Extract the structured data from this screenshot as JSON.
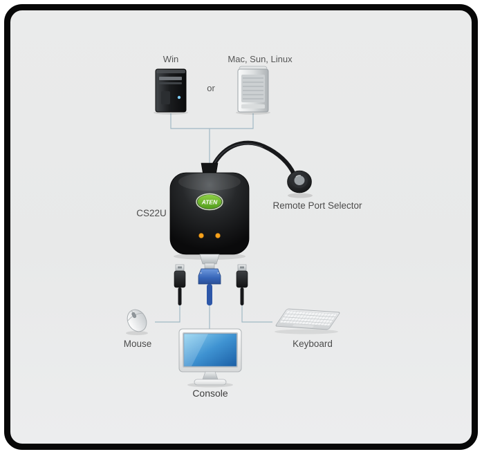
{
  "labels": {
    "win": "Win",
    "or": "or",
    "mac_sun_linux": "Mac, Sun, Linux",
    "device_model": "CS22U",
    "remote_port_selector": "Remote Port Selector",
    "mouse": "Mouse",
    "keyboard": "Keyboard",
    "console": "Console",
    "logo": "ATEN"
  },
  "colors": {
    "frame_black": "#070707",
    "panel_gray": "#e9eaea",
    "connector_line": "#a0b8c4",
    "label_text": "#4b4b4b",
    "logo_green": "#6ab32d",
    "led_orange": "#f7a21b",
    "vga_blue": "#3765b8",
    "screen_blue": "#3f93d2"
  },
  "diagram": {
    "type": "kvm-connection-diagram",
    "nodes": [
      "Windows computer",
      "Mac / Sun / Linux computer",
      "CS22U USB KVM switch",
      "Remote Port Selector",
      "Mouse",
      "Console monitor",
      "Keyboard"
    ],
    "connections": [
      {
        "from": "Windows computer",
        "to": "CS22U USB KVM switch"
      },
      {
        "from": "Mac / Sun / Linux computer",
        "to": "CS22U USB KVM switch"
      },
      {
        "from": "Remote Port Selector",
        "to": "CS22U USB KVM switch"
      },
      {
        "from": "CS22U USB KVM switch",
        "to": "Mouse"
      },
      {
        "from": "CS22U USB KVM switch",
        "to": "Console monitor"
      },
      {
        "from": "CS22U USB KVM switch",
        "to": "Keyboard"
      }
    ]
  }
}
